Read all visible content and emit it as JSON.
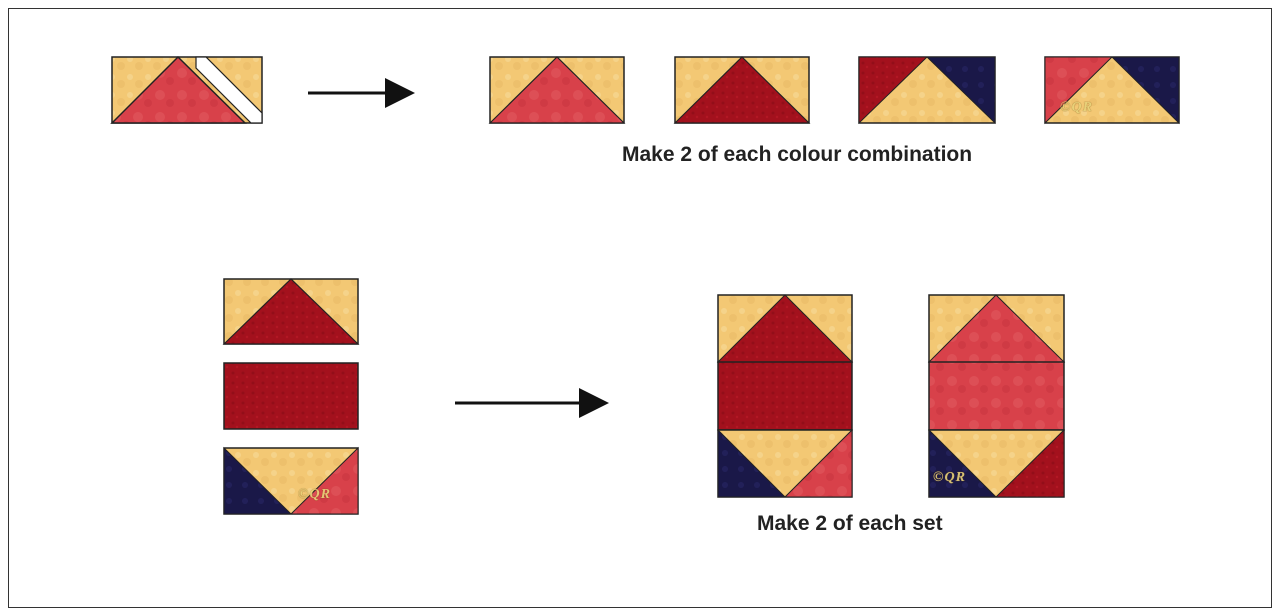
{
  "captions": {
    "top": "Make 2 of each colour combination",
    "bottom": "Make 2 of each set"
  },
  "watermark": "©QR",
  "colors": {
    "gold": "#f3c874",
    "red": "#d8414a",
    "dark_red": "#a3111d",
    "navy": "#1a1848",
    "outline": "#222222",
    "arrow": "#111111"
  },
  "icons": [
    "arrow-right-icon",
    "flying-geese-block",
    "fabric-rectangle",
    "block-set"
  ]
}
